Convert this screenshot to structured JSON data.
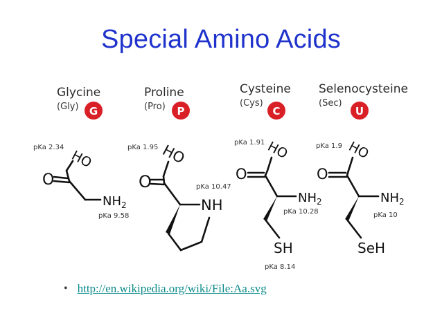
{
  "slide": {
    "title": "Special Amino Acids",
    "link_text": "http://en.wikipedia.org/wiki/File:Aa.svg",
    "bullet": "•"
  },
  "colors": {
    "title": "#1f33cc",
    "badge": "#d92027",
    "link": "#0c8a8a"
  },
  "amino_acids": [
    {
      "name": "Glycine",
      "abbr": "(Gly)",
      "letter": "G",
      "pka_carboxyl": "pKa 2.34",
      "pka_amino": "pKa 9.58",
      "atoms": {
        "ho": "HO",
        "o": "O",
        "nh": "NH",
        "sub": "2"
      }
    },
    {
      "name": "Proline",
      "abbr": "(Pro)",
      "letter": "P",
      "pka_carboxyl": "pKa 1.95",
      "pka_amino": "pKa 10.47",
      "atoms": {
        "ho": "HO",
        "o": "O",
        "nh": "NH"
      }
    },
    {
      "name": "Cysteine",
      "abbr": "(Cys)",
      "letter": "C",
      "pka_carboxyl": "pKa 1.91",
      "pka_amino": "pKa 10.28",
      "pka_side": "pKa 8.14",
      "atoms": {
        "ho": "HO",
        "o": "O",
        "nh": "NH",
        "sub": "2",
        "side": "SH"
      }
    },
    {
      "name": "Selenocysteine",
      "abbr": "(Sec)",
      "letter": "U",
      "pka_carboxyl": "pKa 1.9",
      "pka_amino": "pKa 10",
      "atoms": {
        "ho": "HO",
        "o": "O",
        "nh": "NH",
        "sub": "2",
        "side": "SeH"
      }
    }
  ]
}
